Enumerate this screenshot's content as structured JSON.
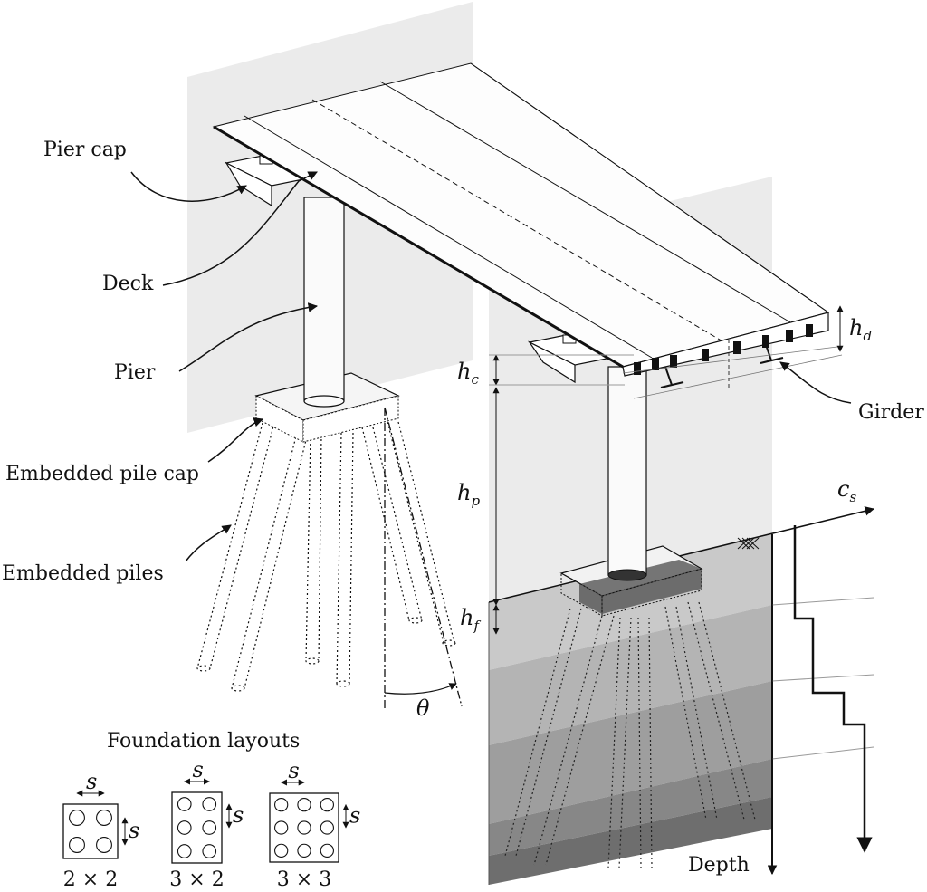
{
  "labels": {
    "pier_cap": "Pier cap",
    "deck": "Deck",
    "pier": "Pier",
    "embedded_pile_cap": "Embedded pile cap",
    "embedded_piles": "Embedded piles",
    "girder": "Girder",
    "depth": "Depth",
    "foundation_layouts": "Foundation layouts"
  },
  "symbols": {
    "hd": {
      "base": "h",
      "sub": "d"
    },
    "hc": {
      "base": "h",
      "sub": "c"
    },
    "hp": {
      "base": "h",
      "sub": "p"
    },
    "hf": {
      "base": "h",
      "sub": "f"
    },
    "cs": {
      "base": "c",
      "sub": "s"
    },
    "theta": "θ",
    "spacing": "s"
  },
  "layouts": [
    {
      "label": "2 × 2",
      "cols": 2,
      "rows": 2
    },
    {
      "label": "3 × 2",
      "cols": 2,
      "rows": 3
    },
    {
      "label": "3 × 3",
      "cols": 3,
      "rows": 3
    }
  ],
  "soil_layers": [
    "#c9c9c9",
    "#b4b4b4",
    "#9e9e9e",
    "#878787",
    "#6e6e6e"
  ]
}
